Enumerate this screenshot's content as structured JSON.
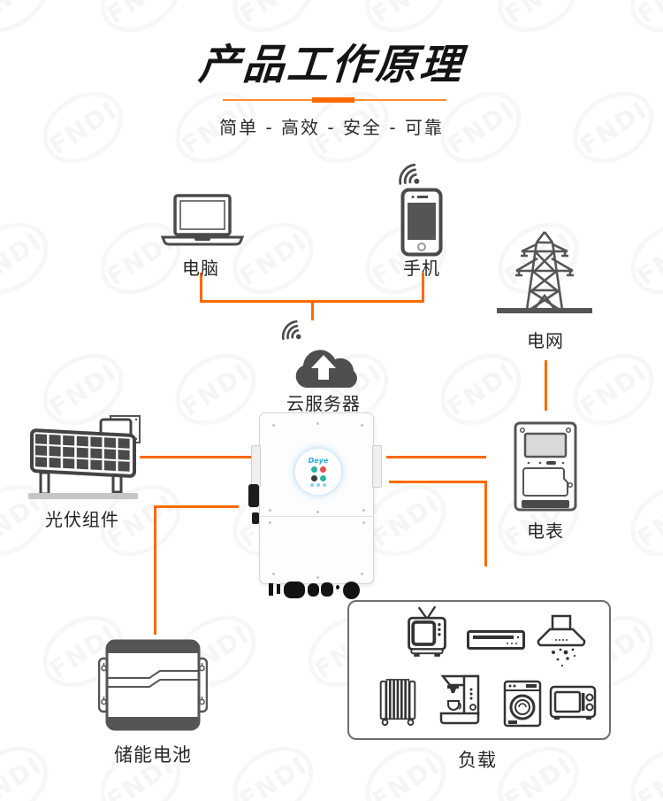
{
  "header": {
    "title": "产品工作原理",
    "subtitle": "简单 - 高效 - 安全 - 可靠"
  },
  "watermark": {
    "text": "FNDI"
  },
  "colors": {
    "accent": "#fb6a00",
    "icon_stroke": "#4a4a4a",
    "title_color": "#141414"
  },
  "nodes": {
    "computer": {
      "label": "电脑"
    },
    "phone": {
      "label": "手机"
    },
    "power_grid": {
      "label": "电网"
    },
    "cloud_server": {
      "label": "云服务器"
    },
    "pv_modules": {
      "label": "光伏组件"
    },
    "energy_meter": {
      "label": "电表"
    },
    "battery": {
      "label": "储能电池"
    },
    "loads": {
      "label": "负载"
    },
    "inverter": {
      "brand": "Deye"
    }
  },
  "loads_appliances": [
    "tv",
    "dvd-player",
    "range-hood",
    "oil-heater",
    "coffee-machine",
    "washing-machine",
    "microwave-oven"
  ]
}
